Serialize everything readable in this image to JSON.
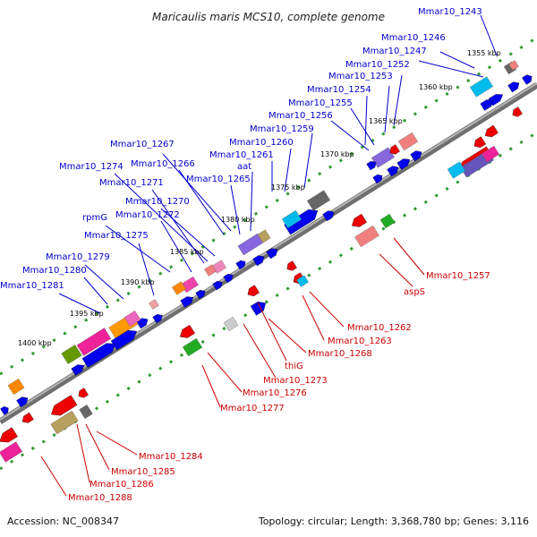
{
  "title": "Maricaulis maris MCS10, complete genome",
  "footer": {
    "accession": "Accession: NC_008347",
    "summary": "Topology: circular; Length: 3,368,780 bp; Genes: 3,116"
  },
  "colors": {
    "forward_label": "#0000cc",
    "reverse_label": "#cc0000",
    "backbone": "#888888",
    "dots_forward": "#339933",
    "dots_reverse": "#339933"
  },
  "kbp_ticks": [
    "1355 kbp",
    "1360 kbp",
    "1365 kbp",
    "1370 kbp",
    "1375 kbp",
    "1380 kbp",
    "1385 kbp",
    "1390 kbp",
    "1395 kbp",
    "1400 kbp"
  ],
  "forward_labels": [
    "Mmar10_1243",
    "Mmar10_1246",
    "Mmar10_1247",
    "Mmar10_1252",
    "Mmar10_1253",
    "Mmar10_1254",
    "Mmar10_1255",
    "Mmar10_1256",
    "Mmar10_1259",
    "Mmar10_1260",
    "Mmar10_1261",
    "aat",
    "Mmar10_1265",
    "Mmar10_1266",
    "Mmar10_1267",
    "Mmar10_1274",
    "Mmar10_1271",
    "Mmar10_1270",
    "Mmar10_1272",
    "rpmG",
    "Mmar10_1275",
    "Mmar10_1279",
    "Mmar10_1280",
    "Mmar10_1281"
  ],
  "reverse_labels": [
    "Mmar10_1257",
    "aspS",
    "Mmar10_1262",
    "Mmar10_1263",
    "Mmar10_1268",
    "thiG",
    "Mmar10_1273",
    "Mmar10_1276",
    "Mmar10_1277",
    "Mmar10_1284",
    "Mmar10_1285",
    "Mmar10_1286",
    "Mmar10_1288"
  ]
}
